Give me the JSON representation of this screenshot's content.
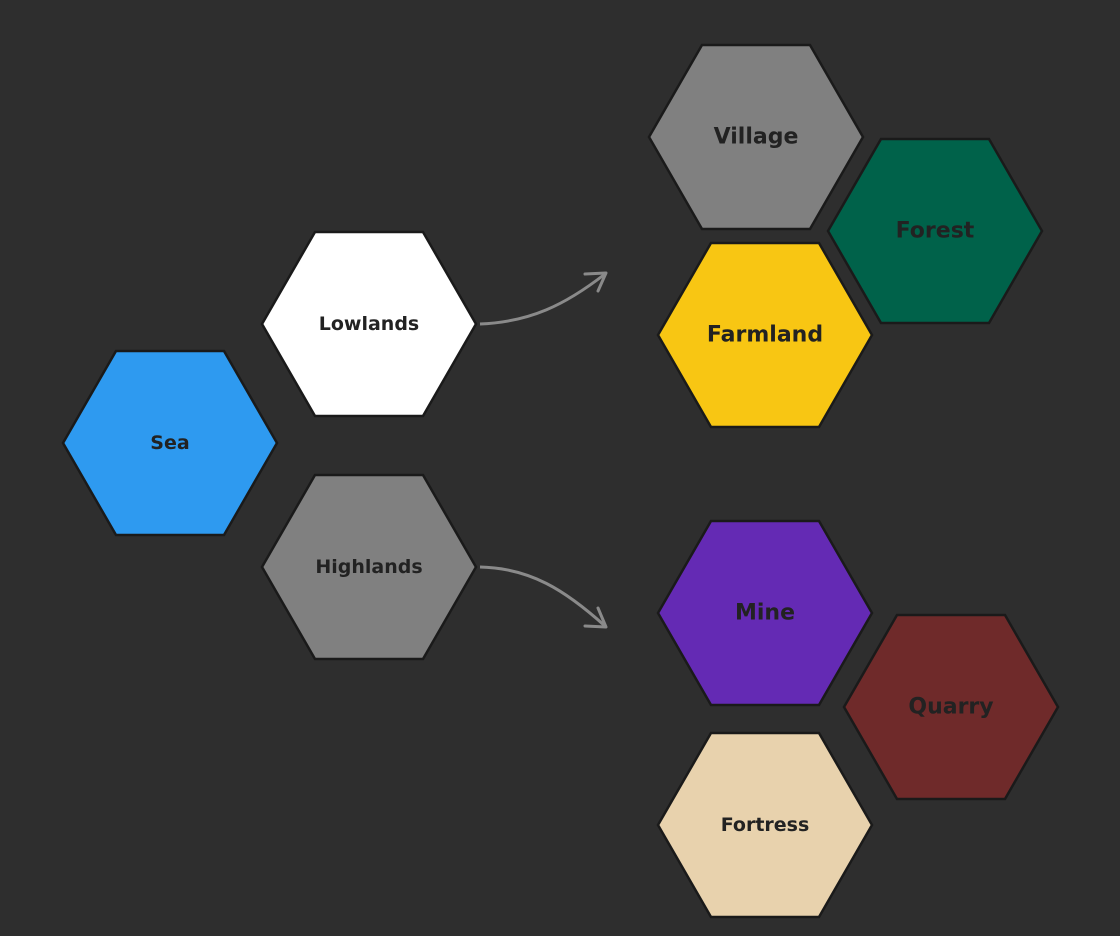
{
  "nodes": [
    {
      "id": "sea",
      "label": "Sea",
      "color": "#2e9af0"
    },
    {
      "id": "lowlands",
      "label": "Lowlands",
      "color": "#ffffff"
    },
    {
      "id": "highlands",
      "label": "Highlands",
      "color": "#808080"
    },
    {
      "id": "village",
      "label": "Village",
      "color": "#808080"
    },
    {
      "id": "forest",
      "label": "Forest",
      "color": "#00624a"
    },
    {
      "id": "farmland",
      "label": "Farmland",
      "color": "#f8c613"
    },
    {
      "id": "mine",
      "label": "Mine",
      "color": "#642ab4"
    },
    {
      "id": "quarry",
      "label": "Quarry",
      "color": "#6f2a2a"
    },
    {
      "id": "fortress",
      "label": "Fortress",
      "color": "#e8d2ad"
    }
  ],
  "edges": [
    {
      "from": "lowlands",
      "to": "lowlands-group"
    },
    {
      "from": "highlands",
      "to": "highlands-group"
    }
  ]
}
